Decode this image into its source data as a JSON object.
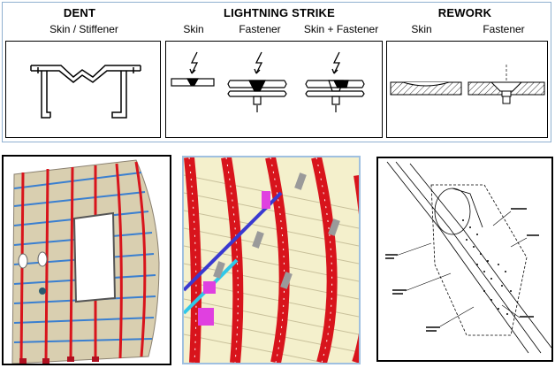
{
  "sections": {
    "dent": {
      "title": "DENT",
      "subtitles": [
        "Skin / Stiffener"
      ]
    },
    "lightning": {
      "title": "LIGHTNING STRIKE",
      "subtitles": [
        "Skin",
        "Fastener",
        "Skin + Fastener"
      ]
    },
    "rework": {
      "title": "REWORK",
      "subtitles": [
        "Skin",
        "Fastener"
      ]
    }
  },
  "colors": {
    "frame_border": "#8fb0d0",
    "frame_red": "#d8141c",
    "stringer_blue": "#3a7fd0",
    "skin_tan": "#d9cfb0",
    "skin_cream": "#f4f0cc",
    "repair_magenta": "#e040e0",
    "repair_cyan": "#30c8e8"
  },
  "icons": [
    "lightning-bolt-icon"
  ]
}
